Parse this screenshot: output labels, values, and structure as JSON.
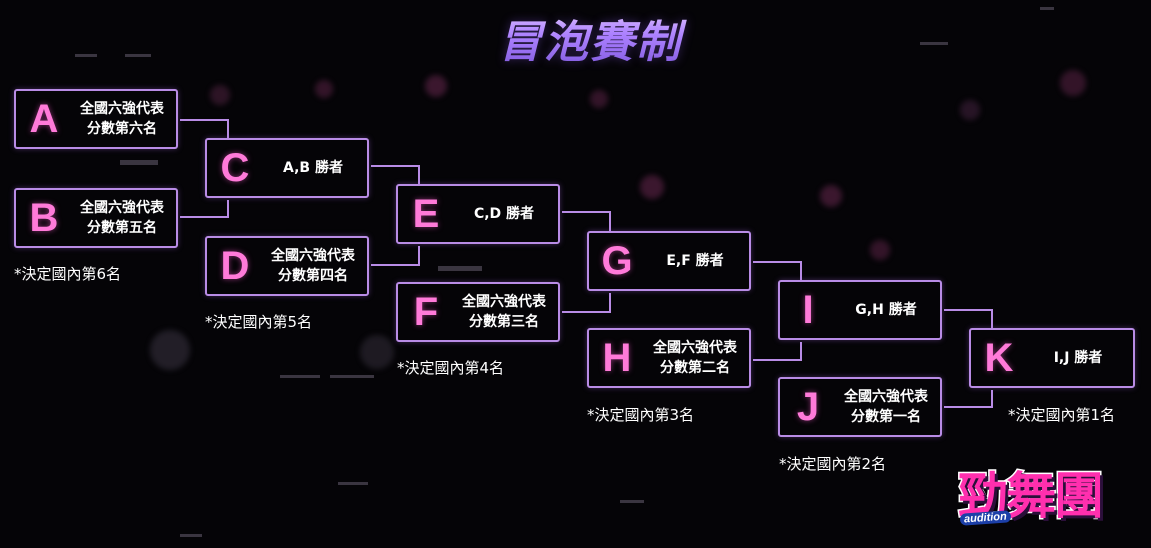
{
  "title": "冒泡賽制",
  "boxes": [
    {
      "letter": "A",
      "text": "全國六強代表\n分數第六名"
    },
    {
      "letter": "B",
      "text": "全國六強代表\n分數第五名"
    },
    {
      "letter": "C",
      "text": "A,B 勝者"
    },
    {
      "letter": "D",
      "text": "全國六強代表\n分數第四名"
    },
    {
      "letter": "E",
      "text": "C,D 勝者"
    },
    {
      "letter": "F",
      "text": "全國六強代表\n分數第三名"
    },
    {
      "letter": "G",
      "text": "E,F 勝者"
    },
    {
      "letter": "H",
      "text": "全國六強代表\n分數第二名"
    },
    {
      "letter": "I",
      "text": "G,H 勝者"
    },
    {
      "letter": "J",
      "text": "全國六強代表\n分數第一名"
    },
    {
      "letter": "K",
      "text": "I,J 勝者"
    }
  ],
  "notes": [
    "*決定國內第6名",
    "*決定國內第5名",
    "*決定國內第4名",
    "*決定國內第3名",
    "*決定國內第2名",
    "*決定國內第1名"
  ],
  "logo": {
    "main": "勁舞團",
    "sub": "audition"
  },
  "colors": {
    "box_border": "#b98ce6",
    "letter": "#ff7ad9",
    "title_gradient": [
      "#f0d8ff",
      "#7a55d8"
    ]
  }
}
